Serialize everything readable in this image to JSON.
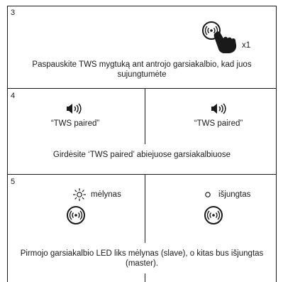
{
  "sections": [
    {
      "number": "3",
      "multiplier": "x1",
      "caption": "Paspauskite TWS mygtuką ant antrojo garsiakalbio, kad juos sujungtumėte"
    },
    {
      "number": "4",
      "left_label": "“TWS paired”",
      "right_label": "“TWS paired”",
      "caption": "Girdėsite ‘TWS paired’ abiejuose garsiakalbiuose"
    },
    {
      "number": "5",
      "left_label": "mėlynas",
      "right_label": "išjungtas",
      "caption": "Pirmojo garsiakalbio LED liks mėlynas (slave), o kitas bus išjungtas (master)."
    }
  ],
  "icons": {
    "tws_button": "tws-button-icon",
    "hand": "pointing-hand-icon",
    "speaker": "speaker-sound-icon",
    "led_on": "led-glow-icon",
    "led_off": "led-off-icon"
  }
}
